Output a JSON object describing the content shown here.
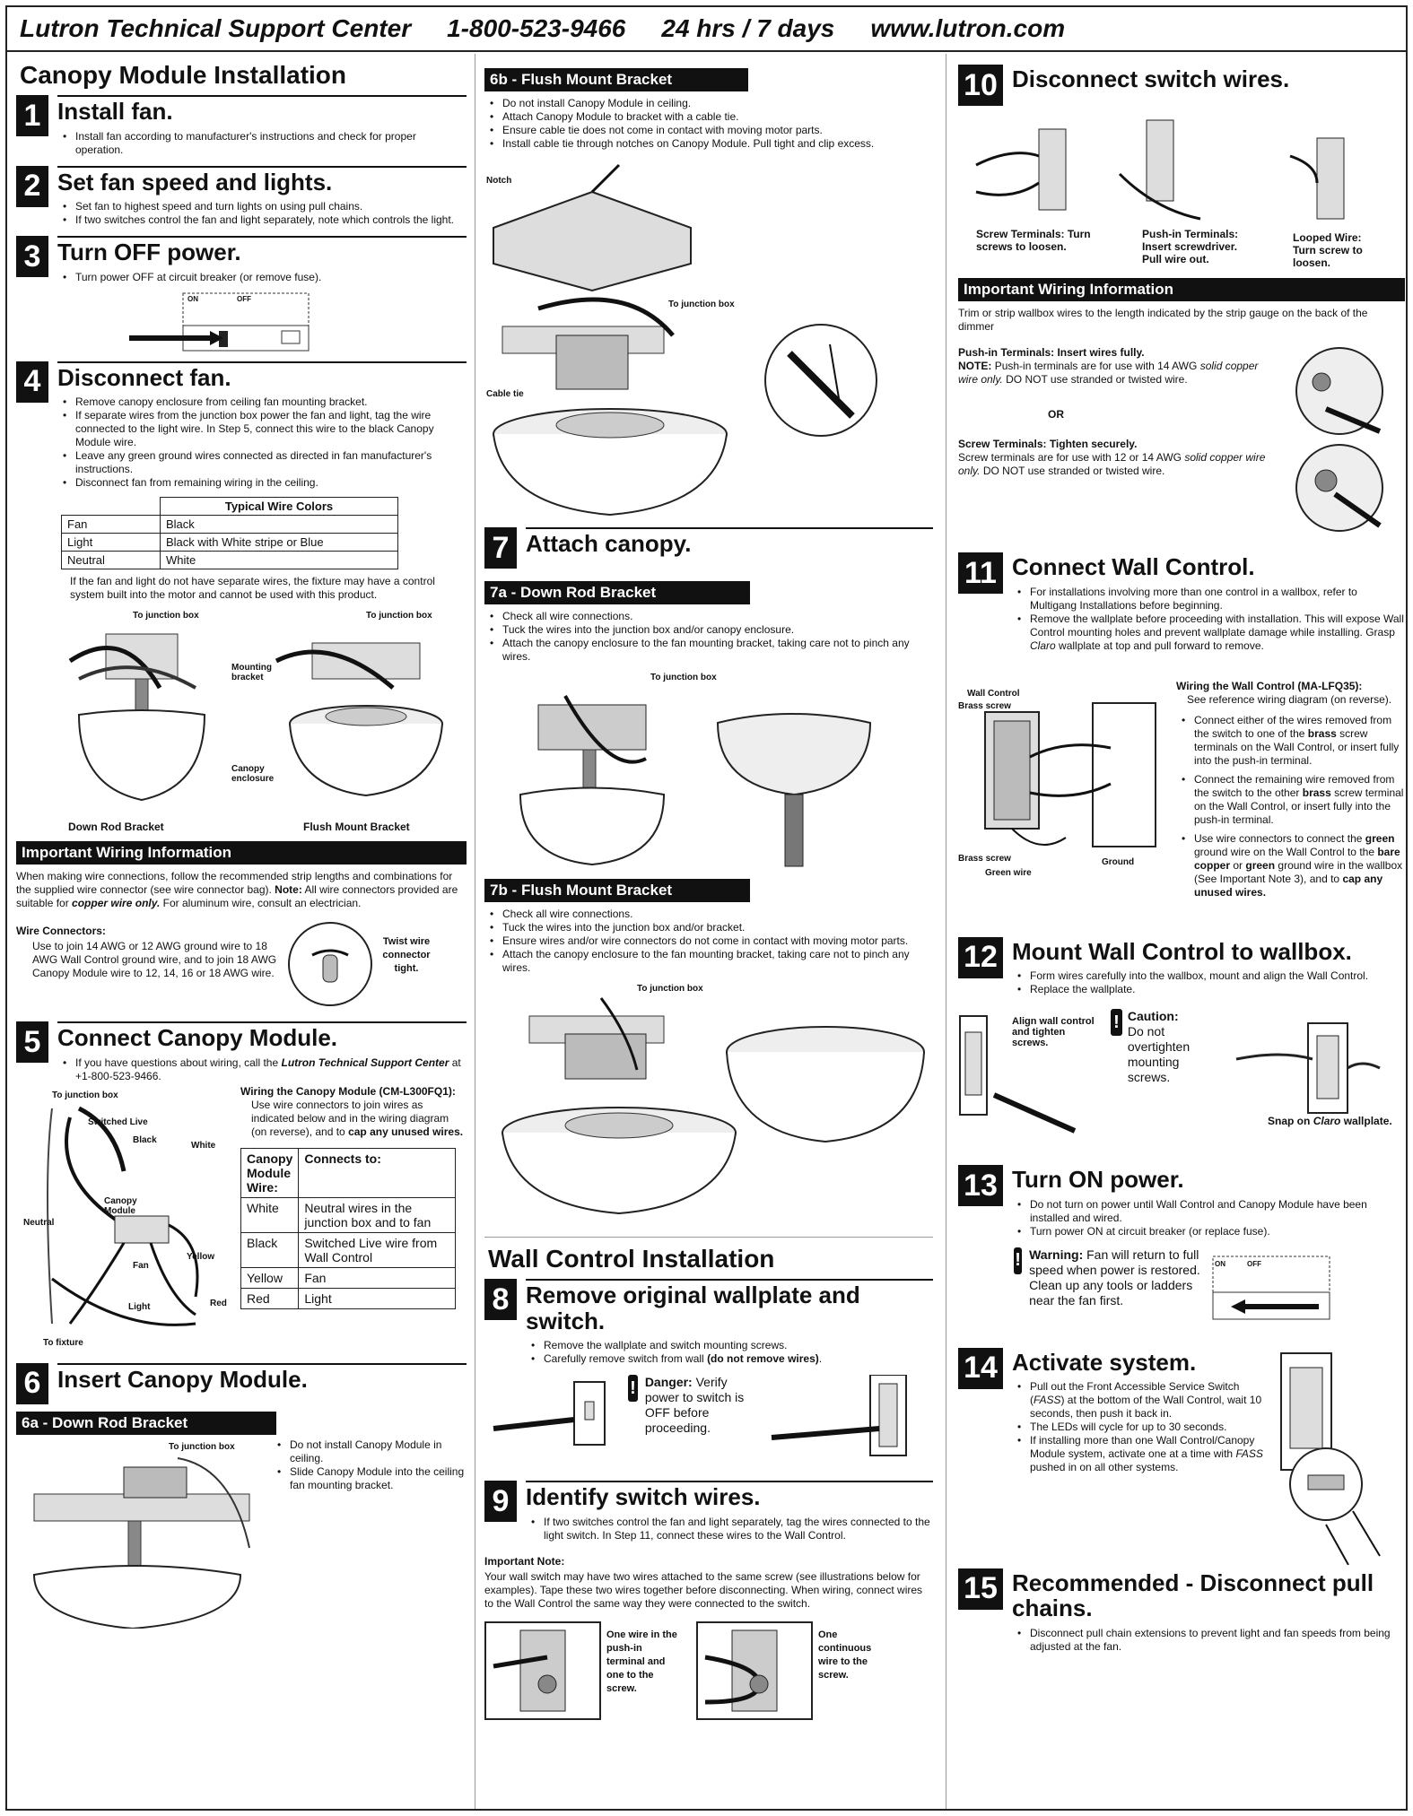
{
  "header": {
    "org": "Lutron Technical Support Center",
    "phone": "1-800-523-9466",
    "hours": "24 hrs / 7 days",
    "web": "www.lutron.com"
  },
  "col1": {
    "title": "Canopy Module Installation",
    "step1": {
      "num": "1",
      "title": "Install fan.",
      "items": [
        "Install fan according to manufacturer's instructions and check for proper operation."
      ]
    },
    "step2": {
      "num": "2",
      "title": "Set fan speed and lights.",
      "items": [
        "Set fan to highest speed and turn lights on using pull chains.",
        "If two switches control the fan and light separately, note which controls the light."
      ]
    },
    "step3": {
      "num": "3",
      "title": "Turn OFF power.",
      "items": [
        "Turn power OFF at circuit breaker (or remove fuse)."
      ],
      "on": "ON",
      "off": "OFF"
    },
    "step4": {
      "num": "4",
      "title": "Disconnect fan.",
      "items": [
        "Remove canopy enclosure from ceiling fan mounting bracket.",
        "If separate wires from the junction box power the fan and light, tag the wire connected to the light wire. In Step 5, connect this wire to the black Canopy Module wire.",
        "Leave any green ground wires connected as directed in fan manufacturer's instructions.",
        "Disconnect fan from remaining wiring in the ceiling."
      ],
      "table_header": "Typical Wire Colors",
      "table": [
        [
          "Fan",
          "Black"
        ],
        [
          "Light",
          "Black with White stripe or Blue"
        ],
        [
          "Neutral",
          "White"
        ]
      ],
      "note": "If the fan and light do not have separate wires, the fixture may have a control system built into the motor and cannot be used with this product.",
      "cap_jbox1": "To junction box",
      "cap_jbox2": "To junction box",
      "cap_mount": "Mounting bracket",
      "cap_canopy": "Canopy enclosure",
      "cap_down": "Down Rod Bracket",
      "cap_flush": "Flush Mount Bracket"
    },
    "wiring": {
      "bar": "Important Wiring Information",
      "text_a": "When making wire connections, follow the recommended strip lengths and combinations for the supplied wire connector (see wire connector bag).",
      "note_label": "Note:",
      "text_b": "All wire connectors provided are suitable for",
      "copper": "copper wire only.",
      "text_c": "For aluminum wire, consult an electrician.",
      "conn_title": "Wire Connectors:",
      "conn_text": "Use to join 14 AWG or 12 AWG ground wire to 18 AWG Wall Control ground wire, and to join 18 AWG Canopy Module wire to 12, 14, 16 or 18 AWG wire.",
      "twist": "Twist wire connector tight."
    },
    "step5": {
      "num": "5",
      "title": "Connect Canopy Module.",
      "item_a": "If you have questions about wiring, call the",
      "item_b": "Lutron Technical Support Center",
      "item_c": "at +1-800-523-9466.",
      "wiring_title": "Wiring the Canopy Module (CM-L300FQ1):",
      "wiring_text": "Use wire connectors to join wires as indicated below and in the wiring diagram (on reverse), and to",
      "wiring_bold": "cap any unused wires.",
      "th1": "Canopy Module Wire:",
      "th2": "Connects to:",
      "rows": [
        [
          "White",
          "Neutral wires in the junction box and to fan"
        ],
        [
          "Black",
          "Switched Live wire from Wall Control"
        ],
        [
          "Yellow",
          "Fan"
        ],
        [
          "Red",
          "Light"
        ]
      ],
      "lbl_jbox": "To junction box",
      "lbl_switched": "Switched Live",
      "lbl_black": "Black",
      "lbl_white": "White",
      "lbl_canopy": "Canopy Module",
      "lbl_neutral": "Neutral",
      "lbl_yellow": "Yellow",
      "lbl_fan": "Fan",
      "lbl_light": "Light",
      "lbl_red": "Red",
      "lbl_fixture": "To fixture"
    },
    "step6": {
      "num": "6",
      "title": "Insert Canopy Module.",
      "bar": "6a - Down Rod Bracket",
      "cap_jbox": "To junction box",
      "items": [
        "Do not install Canopy Module in ceiling.",
        "Slide Canopy Module into the ceiling fan mounting bracket."
      ]
    }
  },
  "col2": {
    "bar6b": "6b - Flush Mount Bracket",
    "items6b": [
      "Do not install Canopy Module in ceiling.",
      "Attach Canopy Module to bracket with a cable tie.",
      "Ensure cable tie does not come in contact with moving motor parts.",
      "Install cable tie through notches on Canopy Module. Pull tight and clip excess."
    ],
    "cap_notch": "Notch",
    "cap_jbox": "To junction box",
    "cap_tie": "Cable tie",
    "step7": {
      "num": "7",
      "title": "Attach canopy."
    },
    "bar7a": "7a - Down Rod Bracket",
    "items7a": [
      "Check all wire connections.",
      "Tuck the wires into the junction box and/or canopy enclosure.",
      "Attach the canopy enclosure to the fan mounting bracket, taking care not to pinch any wires."
    ],
    "cap7a": "To junction box",
    "bar7b": "7b - Flush Mount Bracket",
    "items7b": [
      "Check all wire connections.",
      "Tuck the wires into the junction box and/or bracket.",
      "Ensure wires and/or wire connectors do not come in contact with moving motor parts.",
      "Attach the canopy enclosure to the fan mounting bracket, taking care not to pinch any wires."
    ],
    "cap7b": "To junction box",
    "wall_title": "Wall Control Installation",
    "step8": {
      "num": "8",
      "title": "Remove original wallplate and switch.",
      "item1": "Remove the wallplate and switch mounting screws.",
      "item2a": "Carefully remove switch from wall",
      "item2b": "(do not remove wires)",
      "item2c": ".",
      "danger_label": "Danger:",
      "danger_text": "Verify power to switch is OFF before proceeding."
    },
    "step9": {
      "num": "9",
      "title": "Identify switch wires.",
      "items": [
        "If two switches control the fan and light separately, tag the wires connected to the light switch. In Step 11, connect these wires to the Wall Control."
      ],
      "note_title": "Important Note:",
      "note_text": "Your wall switch may have two wires attached to the same screw (see illustrations below for examples). Tape these two wires together before disconnecting. When wiring, connect wires to the Wall Control the same way they were connected to the switch.",
      "cap_a": "One wire in the push-in terminal and one to the screw.",
      "cap_b": "One continuous wire to the screw."
    }
  },
  "col3": {
    "step10": {
      "num": "10",
      "title": "Disconnect switch wires.",
      "cap_a": "Screw Terminals: Turn screws to loosen.",
      "cap_b": "Push-in Terminals: Insert screwdriver. Pull wire out.",
      "cap_c": "Looped Wire: Turn screw to loosen."
    },
    "wiring": {
      "bar": "Important Wiring Information",
      "text": "Trim or strip wallbox wires to the length indicated by the strip gauge on the back of the dimmer",
      "push_title": "Push-in Terminals: Insert wires fully.",
      "push_note": "NOTE:",
      "push_a": "Push-in terminals are for use with 14 AWG",
      "push_b": "solid copper wire only.",
      "push_c": "DO NOT use stranded or twisted wire.",
      "or": "OR",
      "screw_title": "Screw Terminals: Tighten securely.",
      "screw_a": "Screw terminals are for use with 12 or 14 AWG",
      "screw_b": "solid copper wire only.",
      "screw_c": "DO NOT use stranded or twisted wire."
    },
    "step11": {
      "num": "11",
      "title": "Connect Wall Control.",
      "items": [
        "For installations involving more than one control in a wallbox, refer to Multigang Installations before beginning."
      ],
      "item2a": "Remove the wallplate before proceeding with installation. This will expose Wall Control mounting holes and prevent wallplate damage while installing. Grasp",
      "item2b": "Claro",
      "item2c": "wallplate at top and pull forward to remove.",
      "lbl_wc": "Wall Control",
      "lbl_brass1": "Brass screw",
      "lbl_brass2": "Brass screw",
      "lbl_green": "Green wire",
      "lbl_ground": "Ground",
      "wiring_title": "Wiring the Wall Control (MA-LFQ35):",
      "wiring_sub": "See reference wiring diagram (on reverse).",
      "w1a": "Connect either of the wires removed from the switch to one of the",
      "w1b": "brass",
      "w1c": "screw terminals on the Wall Control, or insert fully into the push-in terminal.",
      "w2a": "Connect the remaining wire removed from the switch to the other",
      "w2b": "brass",
      "w2c": "screw terminal on the Wall Control, or insert fully into the push-in terminal.",
      "w3a": "Use wire connectors to connect the",
      "w3b": "green",
      "w3c": "ground wire on the Wall Control to the",
      "w3d": "bare copper",
      "w3e": "or",
      "w3f": "green",
      "w3g": "ground wire in the wallbox (See Important Note 3), and to",
      "w3h": "cap any unused wires."
    },
    "step12": {
      "num": "12",
      "title": "Mount Wall Control to wallbox.",
      "items": [
        "Form wires carefully into the wallbox, mount and align the Wall Control.",
        "Replace the wallplate."
      ],
      "cap_align": "Align wall control and tighten screws.",
      "caution_label": "Caution:",
      "caution_text": "Do not overtighten mounting screws.",
      "snap_a": "Snap on",
      "snap_b": "Claro",
      "snap_c": "wallplate."
    },
    "step13": {
      "num": "13",
      "title": "Turn ON power.",
      "items": [
        "Do not turn on power until Wall Control and Canopy Module have been installed and wired.",
        "Turn power ON at circuit breaker (or replace fuse)."
      ],
      "warn_label": "Warning:",
      "warn_text": "Fan will return to full speed when power is restored. Clean up any tools or ladders near the fan first.",
      "on": "ON",
      "off": "OFF"
    },
    "step14": {
      "num": "14",
      "title": "Activate system.",
      "i1a": "Pull out the Front Accessible Service Switch (",
      "i1b": "FASS",
      "i1c": ") at the bottom of the Wall Control, wait 10 seconds, then push it back in.",
      "i2": "The LEDs will cycle for up to 30 seconds.",
      "i3a": "If installing more than one Wall Control/Canopy Module system, activate one at a time with",
      "i3b": "FASS",
      "i3c": "pushed in on all other systems."
    },
    "step15": {
      "num": "15",
      "title": "Recommended - Disconnect pull chains.",
      "items": [
        "Disconnect pull chain extensions to prevent light and fan speeds from being adjusted at the fan."
      ]
    }
  }
}
